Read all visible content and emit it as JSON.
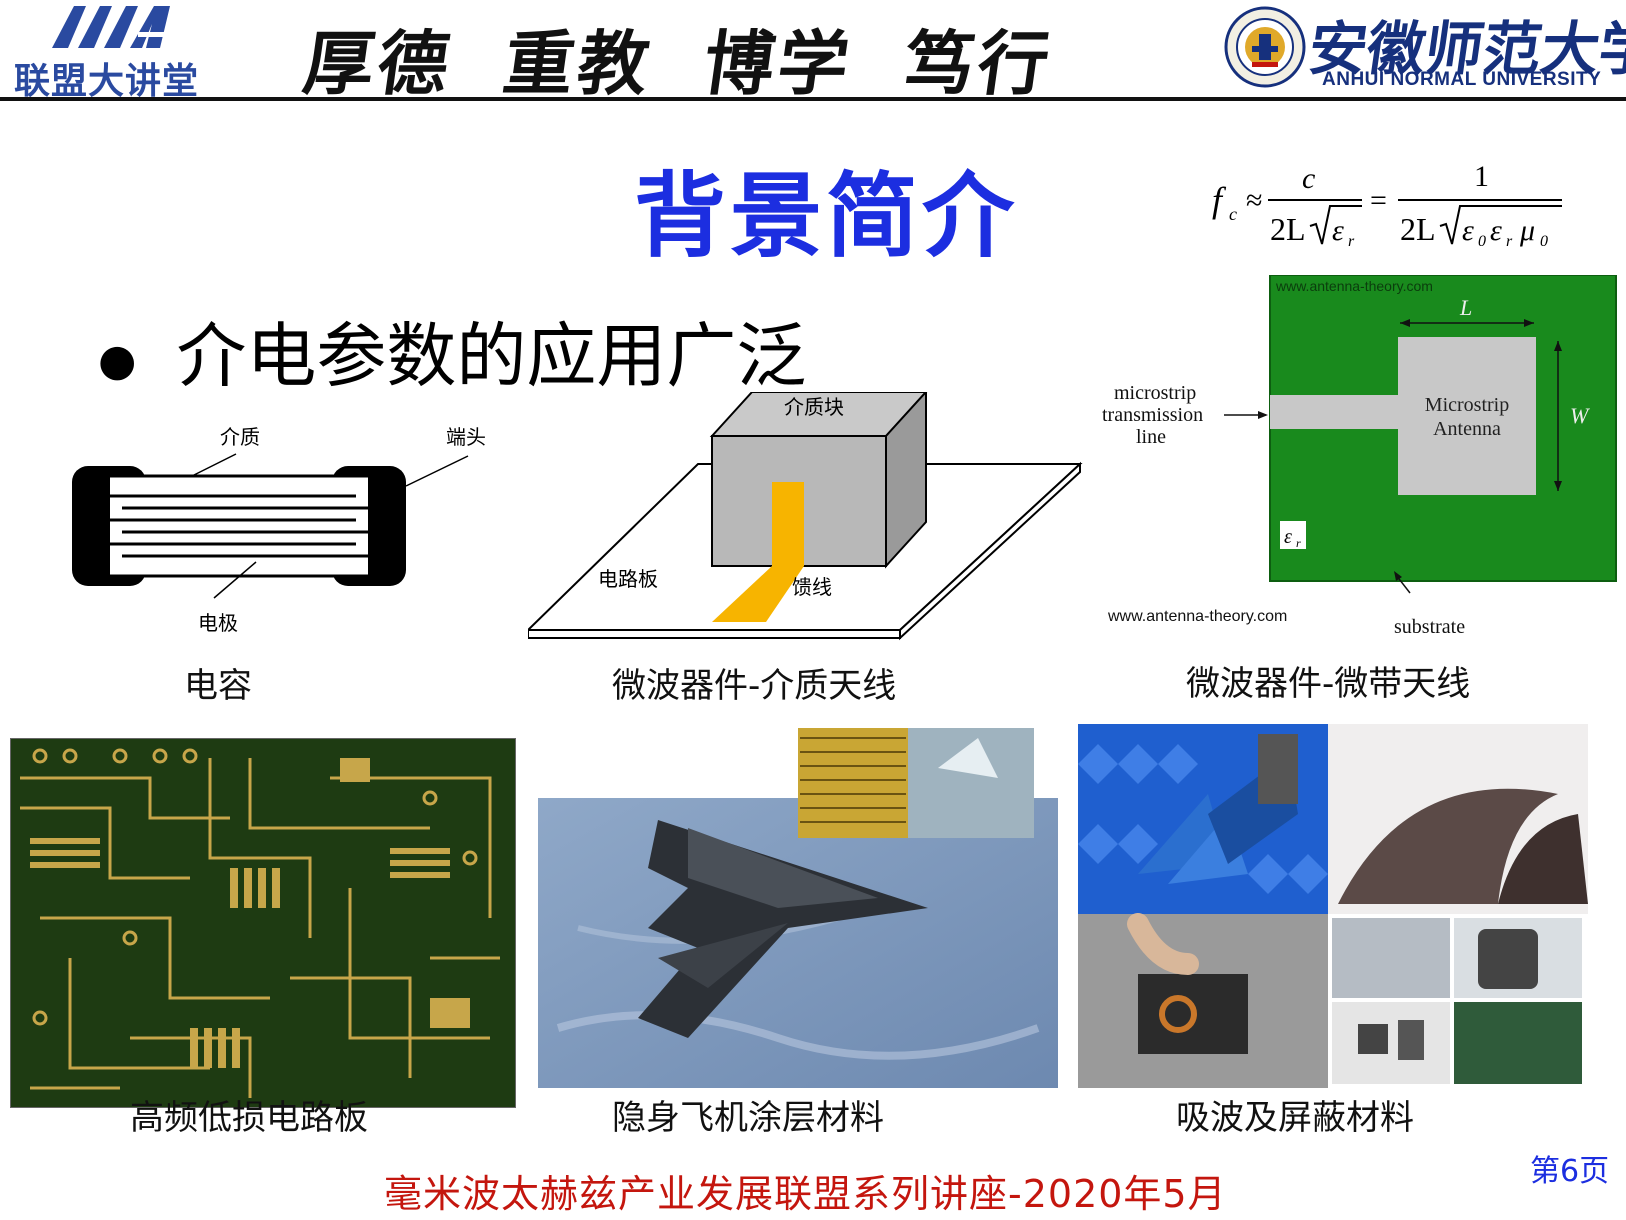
{
  "header": {
    "logo_text": "联盟大讲堂",
    "motto": [
      "厚德",
      "重教",
      "博学",
      "笃行"
    ],
    "university_cn": "安徽师范大学",
    "university_en": "ANHUI NORMAL UNIVERSITY"
  },
  "title": "背景简介",
  "bullet": "介电参数的应用广泛",
  "formula": {
    "lhs": "f",
    "lhs_sub": "c",
    "approx": "≈",
    "num1": "c",
    "den1": "2L",
    "eps_r": "ε",
    "eps_r_sub": "r",
    "equals": "=",
    "num2": "1",
    "den2": "2L",
    "eps0": "ε",
    "eps0_sub": "0",
    "mu": "μ",
    "mu_sub": "0"
  },
  "capacitor": {
    "label_dielectric": "介质",
    "label_terminal": "端头",
    "label_electrode": "电极",
    "caption": "电容"
  },
  "dielectric_antenna": {
    "label_block": "介质块",
    "label_board": "电路板",
    "label_feed": "馈线",
    "caption": "微波器件-介质天线"
  },
  "microstrip": {
    "watermark": "www.antenna-theory.com",
    "source": "www.antenna-theory.com",
    "line_label_1": "microstrip",
    "line_label_2": "transmission",
    "line_label_3": "line",
    "L": "L",
    "W": "W",
    "patch_1": "Microstrip",
    "patch_2": "Antenna",
    "eps": "ε",
    "eps_sub": "r",
    "substrate": "substrate",
    "caption": "微波器件-微带天线"
  },
  "photos": {
    "pcb_caption": "高频低损电路板",
    "stealth_caption": "隐身飞机涂层材料",
    "absorber_caption": "吸波及屏蔽材料"
  },
  "footer": "毫米波太赫兹产业发展联盟系列讲座-2020年5月",
  "page_number": "第6页",
  "colors": {
    "title_blue": "#1c2ee0",
    "footer_red": "#c4160e",
    "pcb_green": "#1e3b12",
    "pcb_gold": "#c7a64a",
    "antenna_green": "#198a1d",
    "feed_orange": "#f7b400"
  }
}
